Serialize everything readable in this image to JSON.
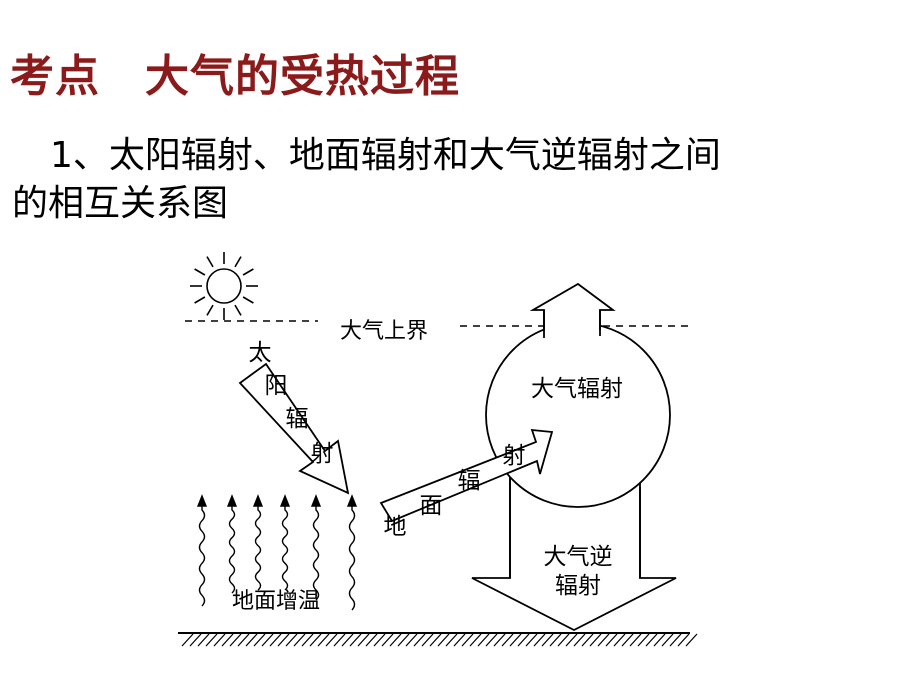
{
  "slide": {
    "title": "考点　大气的受热过程",
    "subtitle_line1": "1、太阳辐射、地面辐射和大气逆辐射之间",
    "subtitle_line2": "的相互关系图",
    "title_color": "#8b1a1a"
  },
  "diagram": {
    "atmosphere_top_label": "大气上界",
    "solar_radiation_chars": [
      "太",
      "阳",
      "辐",
      "射"
    ],
    "ground_radiation_chars": [
      "地",
      "面",
      "辐",
      "射"
    ],
    "atmospheric_radiation_label": "大气辐射",
    "counter_radiation_line1": "大气逆",
    "counter_radiation_line2": "辐射",
    "ground_warming_label": "地面增温",
    "icons": [
      "sun-icon",
      "up-arrow",
      "down-arrow",
      "slanted-arrows",
      "wavy-heat-arrows",
      "ground-hatching"
    ]
  }
}
